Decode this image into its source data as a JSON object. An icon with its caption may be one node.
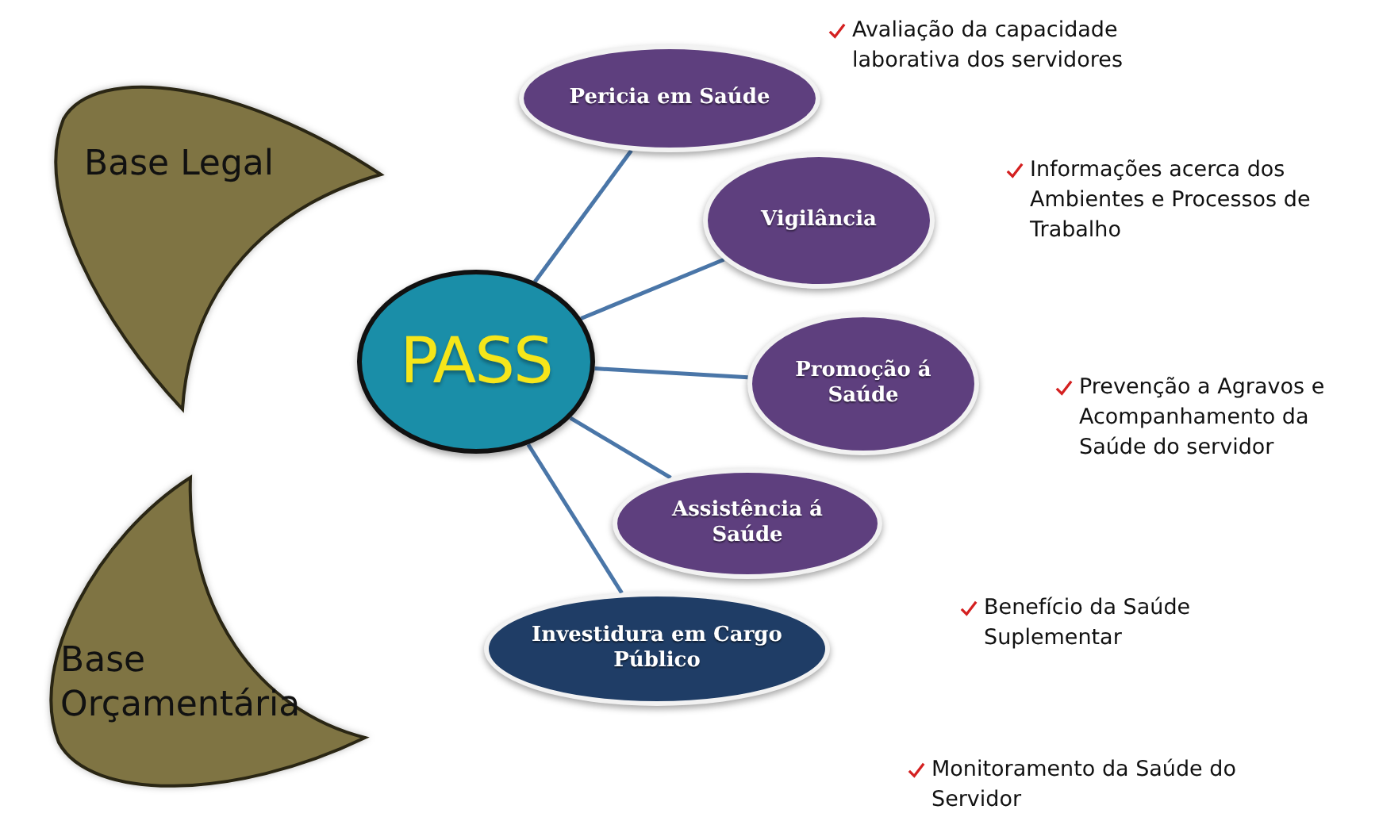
{
  "diagram": {
    "nodes": [
      {
        "text": [
          "Base Legal"
        ]
      },
      {
        "text": [
          "Base Orçamentária"
        ]
      },
      {
        "text": [
          "PASS"
        ]
      },
      {
        "text": [
          "Pericia em Saúde"
        ]
      },
      {
        "text": [
          "Vigilância"
        ]
      },
      {
        "text": [
          "Promoção á Saúde"
        ]
      },
      {
        "text": [
          "Assistência á Saúde"
        ]
      },
      {
        "text": [
          "Investidura em Cargo Público"
        ]
      }
    ],
    "edges": [
      {
        "from": 2,
        "to": 3,
        "arrow": "none"
      },
      {
        "from": 2,
        "to": 4,
        "arrow": "none"
      },
      {
        "from": 2,
        "to": 5,
        "arrow": "none"
      },
      {
        "from": 2,
        "to": 6,
        "arrow": "none"
      },
      {
        "from": 2,
        "to": 7,
        "arrow": "none"
      }
    ],
    "labels": [
      "Avaliação da capacidade laborativa dos servidores",
      "Informações acerca dos Ambientes e Processos de Trabalho",
      "Prevenção a Agravos e Acompanhamento da Saúde do servidor",
      "Benefício da Saúde Suplementar",
      "Monitoramento da Saúde do Servidor"
    ]
  }
}
